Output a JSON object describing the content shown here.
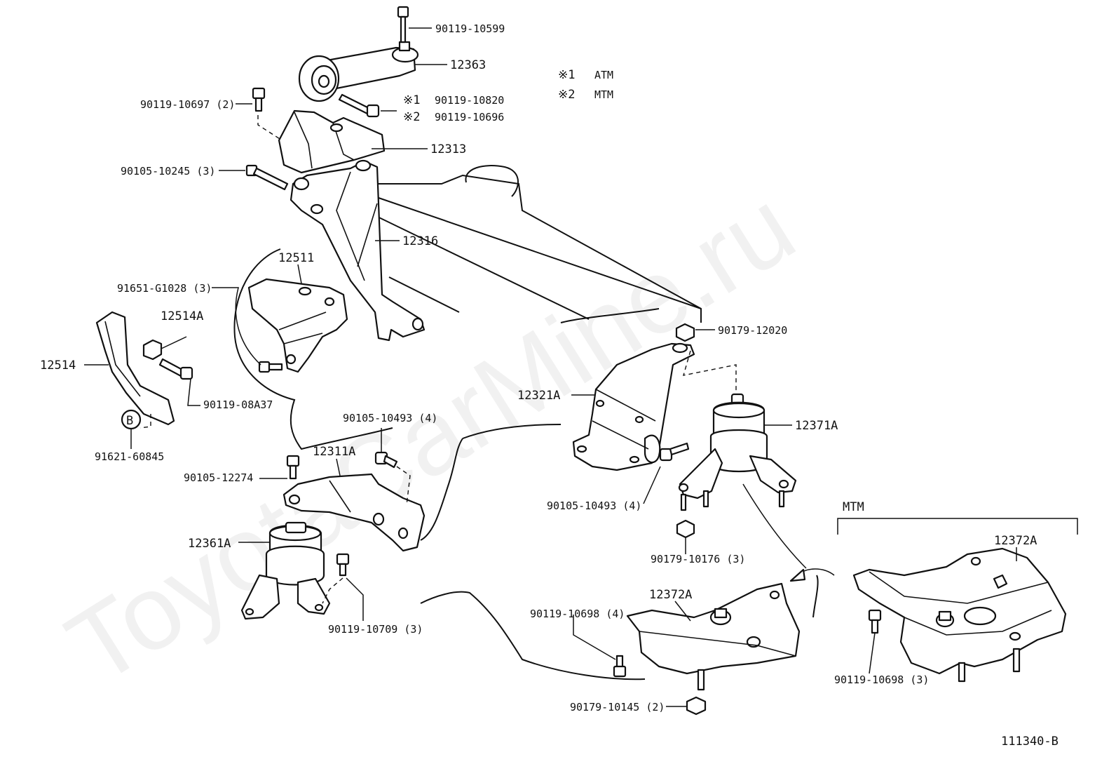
{
  "watermark": "ToyotaCarMine.ru",
  "diagram_code": "111340-B",
  "legend": {
    "atm": {
      "mark": "※1",
      "text": "ATM"
    },
    "mtm": {
      "mark": "※2",
      "text": "MTM"
    }
  },
  "mtm_group_label": "MTM",
  "circle_marker": "B",
  "labels": {
    "p90119_10599": "90119-10599",
    "p12363": "12363",
    "p90119_10697": "90119-10697 (2)",
    "p90119_10820_mark": "※1",
    "p90119_10820": "90119-10820",
    "p90119_10696_mark": "※2",
    "p90119_10696": "90119-10696",
    "p12313": "12313",
    "p90105_10245": "90105-10245 (3)",
    "p12316": "12316",
    "p12511": "12511",
    "p91651_G1028": "91651-G1028 (3)",
    "p12514A": "12514A",
    "p12514": "12514",
    "p90119_08A37": "90119-08A37",
    "p91621_60845": "91621-60845",
    "p90179_12020": "90179-12020",
    "p12321A": "12321A",
    "p12371A": "12371A",
    "p90105_10493_top": "90105-10493 (4)",
    "p12311A": "12311A",
    "p90105_12274": "90105-12274",
    "p12361A": "12361A",
    "p90119_10709": "90119-10709 (3)",
    "p90105_10493_mid": "90105-10493 (4)",
    "p90179_10176": "90179-10176 (3)",
    "p12372A_left": "12372A",
    "p90119_10698_left": "90119-10698 (4)",
    "p90179_10145": "90179-10145 (2)",
    "p12372A_right": "12372A",
    "p90119_10698_right": "90119-10698 (3)"
  }
}
